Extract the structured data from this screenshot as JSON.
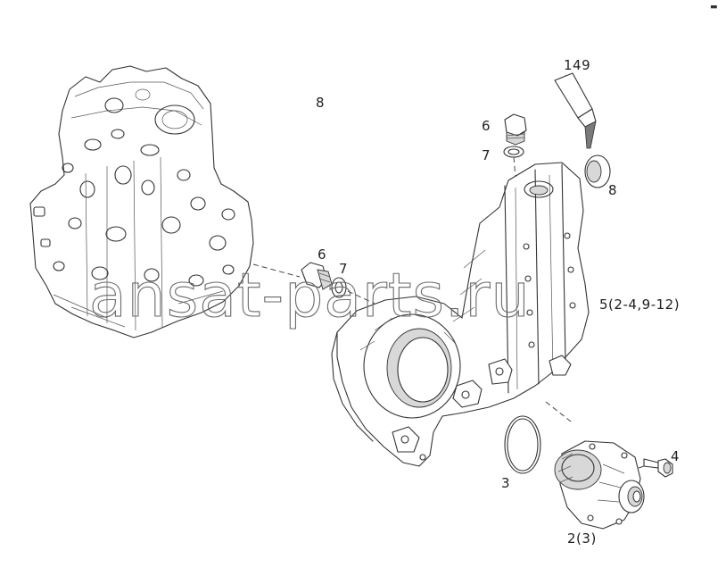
{
  "diagram": {
    "callouts": {
      "c149": "149",
      "c8_top": "8",
      "c6_top": "6",
      "c7_top": "7",
      "c8_right": "8",
      "c6_mid": "6",
      "c7_mid": "7",
      "c5": "5(2-4,9-12)",
      "c4": "4",
      "c3": "3",
      "c2": "2(3)"
    },
    "corner_mark": "▬",
    "watermark": "ansat-parts.ru"
  }
}
